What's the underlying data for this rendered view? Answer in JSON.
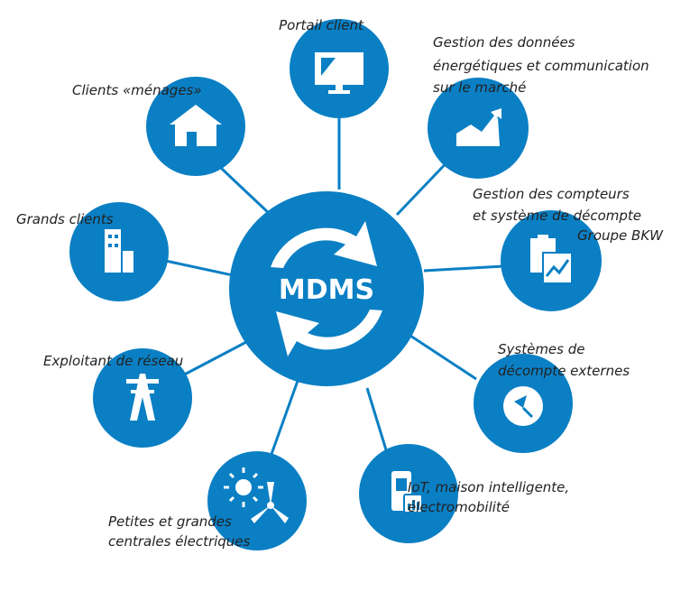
{
  "colors": {
    "primary": "#0a7fc4",
    "icon": "#ffffff",
    "line": "#0a7fc4",
    "label": "#222222"
  },
  "hub": {
    "label": "MDMS",
    "icon": "refresh-arrows-icon"
  },
  "nodes": [
    {
      "id": "portail-client",
      "lines": [
        "Portail client"
      ],
      "icon": "monitor-icon"
    },
    {
      "id": "gestion-donnees",
      "lines": [
        "Gestion des données",
        "énergétiques et communication",
        "sur le marché"
      ],
      "icon": "chart-up-icon"
    },
    {
      "id": "gestion-compteurs",
      "lines": [
        "Gestion des compteurs",
        "et système de décompte",
        "Groupe BKW"
      ],
      "icon": "documents-chart-icon"
    },
    {
      "id": "systemes-decompte",
      "lines": [
        "Systèmes de",
        "décompte externes"
      ],
      "icon": "gauge-icon"
    },
    {
      "id": "iot",
      "lines": [
        "IoT, maison intelligente,",
        "électromobilité"
      ],
      "icon": "device-chart-icon"
    },
    {
      "id": "centrales",
      "lines": [
        "Petites et grandes",
        "centrales électriques"
      ],
      "icon": "sun-wind-icon"
    },
    {
      "id": "exploitant",
      "lines": [
        "Exploitant de réseau"
      ],
      "icon": "pylon-icon"
    },
    {
      "id": "grands-clients",
      "lines": [
        "Grands clients"
      ],
      "icon": "buildings-icon"
    },
    {
      "id": "clients-menages",
      "lines": [
        "Clients «ménages»"
      ],
      "icon": "house-icon"
    }
  ]
}
